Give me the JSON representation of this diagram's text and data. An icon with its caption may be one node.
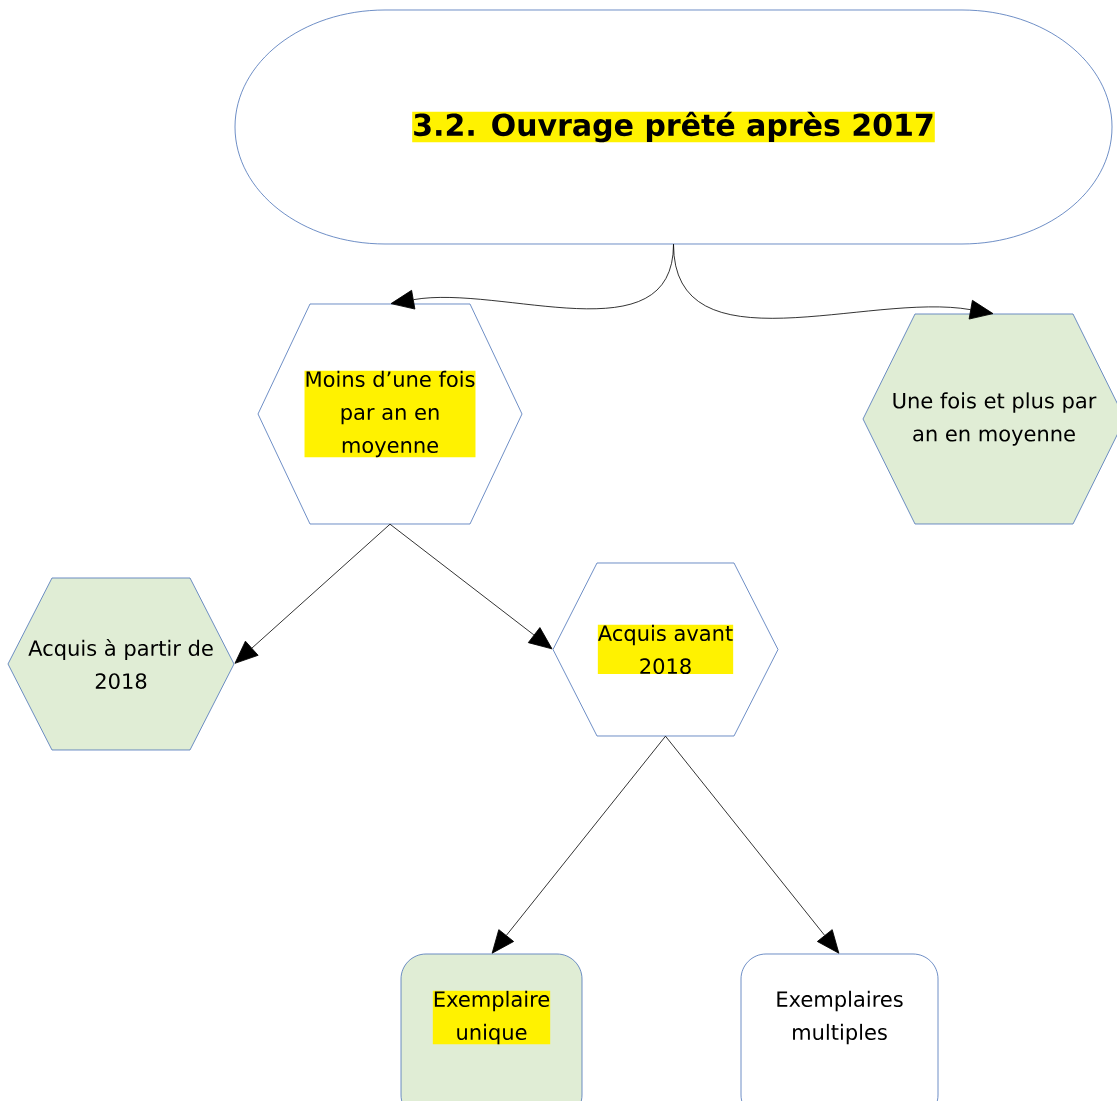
{
  "diagram": {
    "nodes": [
      {
        "text": [
          "3.2. Ouvrage prêté après 2017"
        ]
      },
      {
        "text": [
          "Moins d’une fois par an en moyenne"
        ]
      },
      {
        "text": [
          "Une fois et plus par an en moyenne"
        ]
      },
      {
        "text": [
          "Acquis à partir de 2018"
        ]
      },
      {
        "text": [
          "Acquis avant 2018"
        ]
      },
      {
        "text": [
          "Exemplaire unique"
        ]
      },
      {
        "text": [
          "Exemplaires multiples"
        ]
      }
    ],
    "edges": [
      {
        "from": 0,
        "to": 1,
        "arrow": "to"
      },
      {
        "from": 0,
        "to": 2,
        "arrow": "to"
      },
      {
        "from": 1,
        "to": 3,
        "arrow": "to"
      },
      {
        "from": 1,
        "to": 4,
        "arrow": "to"
      },
      {
        "from": 4,
        "to": 5,
        "arrow": "to"
      },
      {
        "from": 4,
        "to": 6,
        "arrow": "to"
      }
    ]
  }
}
